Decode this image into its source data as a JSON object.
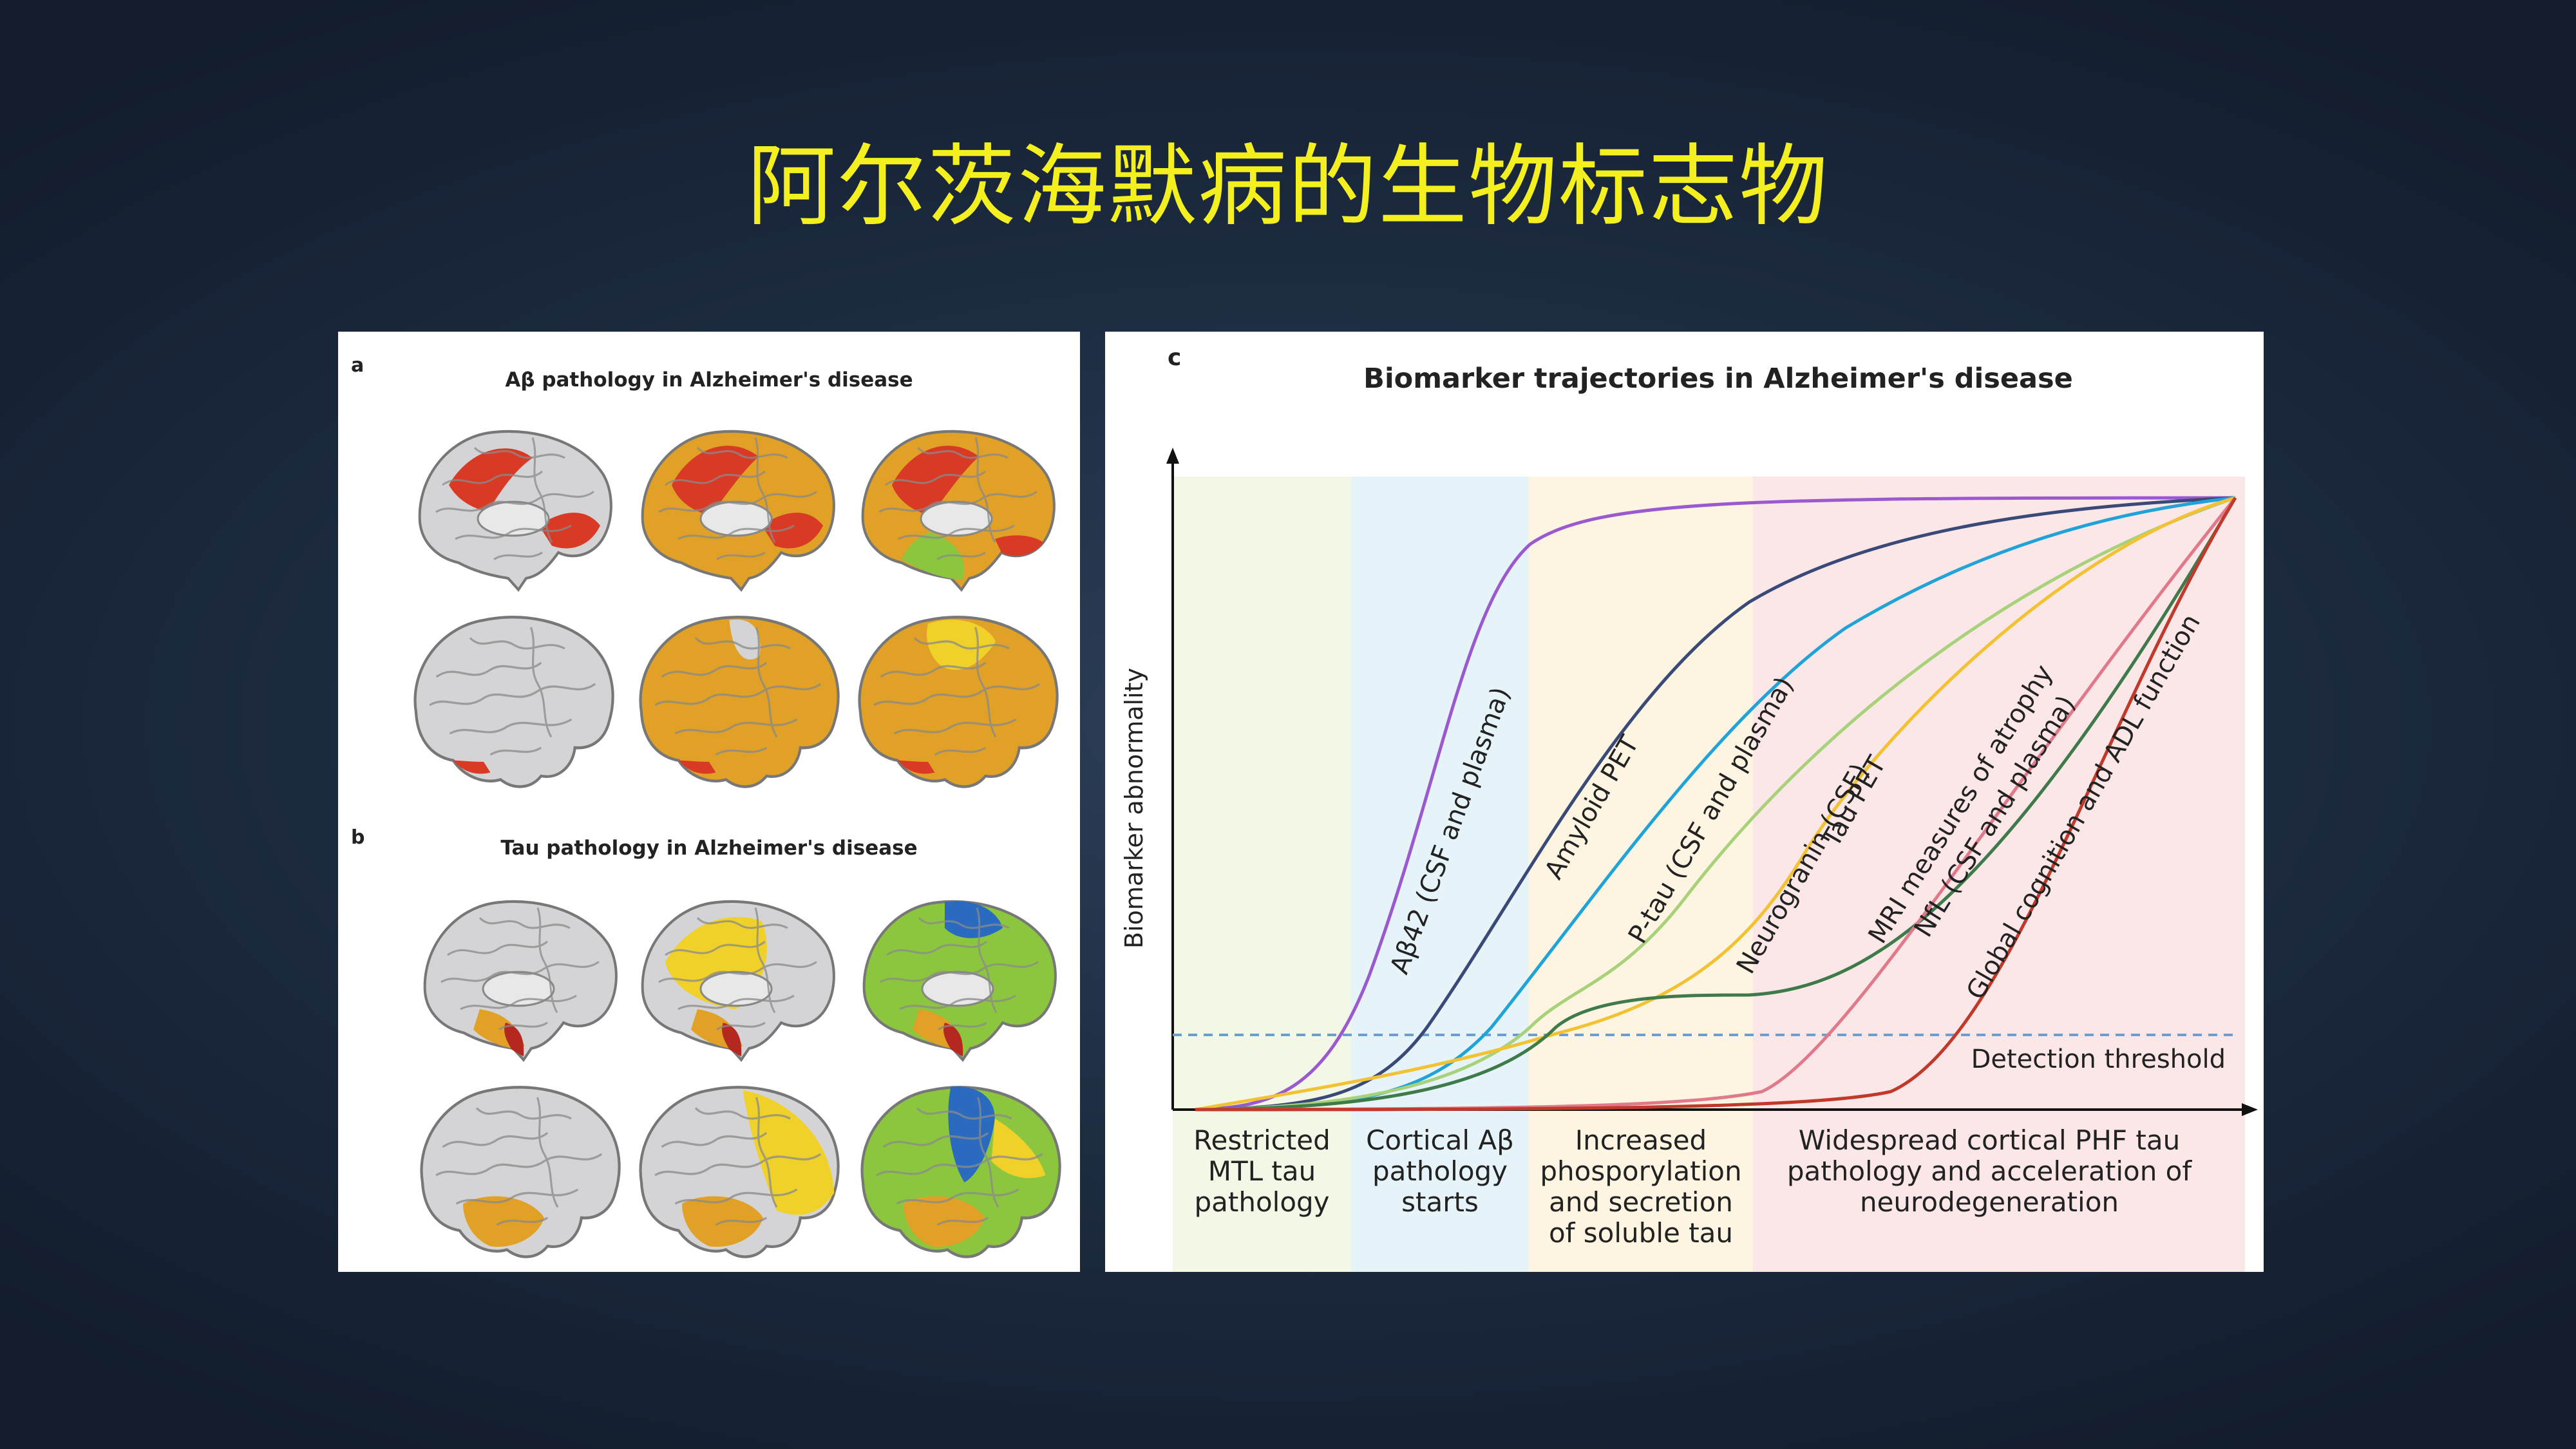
{
  "slide": {
    "title": "阿尔茨海默病的生物标志物"
  },
  "panel_a": {
    "letter": "a",
    "title": "Aβ pathology in Alzheimer's disease"
  },
  "panel_b": {
    "letter": "b",
    "title": "Tau pathology in Alzheimer's disease"
  },
  "panel_c": {
    "letter": "c",
    "title": "Biomarker trajectories in Alzheimer's disease",
    "ylabel": "Biomarker abnormality",
    "threshold_label": "Detection threshold",
    "stages": [
      {
        "lines": [
          "Restricted",
          "MTL tau",
          "pathology"
        ],
        "color": "#f3f8e6"
      },
      {
        "lines": [
          "Cortical Aβ",
          "pathology",
          "starts"
        ],
        "color": "#e6f4fa"
      },
      {
        "lines": [
          "Increased",
          "phosporylation",
          "and secretion",
          "of soluble tau"
        ],
        "color": "#fdf5e2"
      },
      {
        "lines": [
          "Widespread cortical PHF tau",
          "pathology and acceleration of",
          "neurodegeneration"
        ],
        "color": "#fbe7e7"
      }
    ],
    "curves": [
      {
        "label": "Aβ42 (CSF and plasma)",
        "color": "#9b59d0"
      },
      {
        "label": "Amyloid PET",
        "color": "#3a4a78"
      },
      {
        "label": "P-tau (CSF and plasma)",
        "color": "#1fa3d8"
      },
      {
        "label": "Neurogranin (CSF)",
        "color": "#a8d27a"
      },
      {
        "label": "Tau PET",
        "color": "#f2c232"
      },
      {
        "label": "MRI measures of atrophy",
        "color": "#3f7a4a"
      },
      {
        "label": "NfL (CSF and plasma)",
        "color": "#e07a8a"
      },
      {
        "label": "Global cognition and ADL function",
        "color": "#c0392b"
      }
    ]
  },
  "colors": {
    "title": "#f4ef1e",
    "brain_grey": "#d4d4d6",
    "abeta_red": "#d93a26",
    "amber": "#e0a126",
    "yellow": "#efd12a",
    "green": "#8cc63f",
    "blue": "#2a6bbf",
    "threshold": "#6b9fd1"
  }
}
